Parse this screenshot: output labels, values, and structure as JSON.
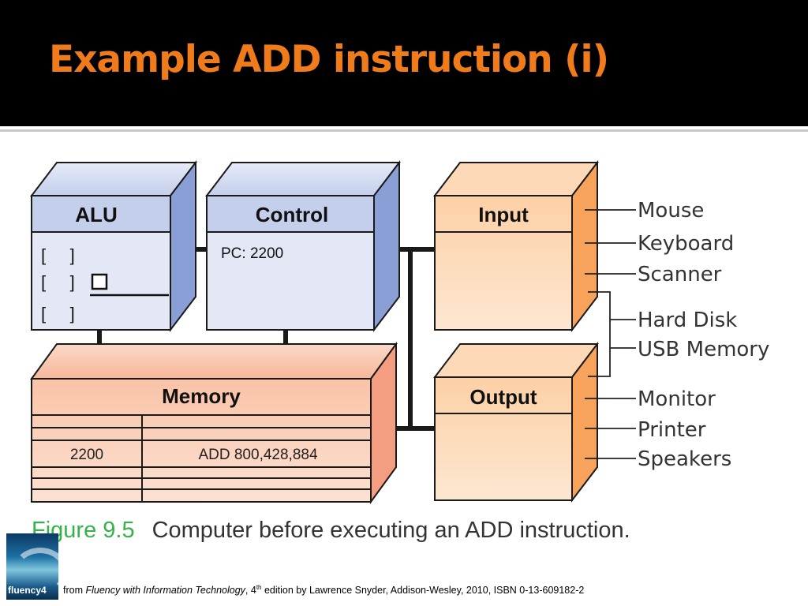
{
  "slide": {
    "title": "Example ADD instruction (i)"
  },
  "diagram": {
    "alu": {
      "label": "ALU",
      "registers": [
        "[     ]",
        "[     ]",
        "[     ]"
      ]
    },
    "control": {
      "label": "Control",
      "pc": "PC: 2200"
    },
    "input": {
      "label": "Input",
      "devices": [
        "Mouse",
        "Keyboard",
        "Scanner"
      ]
    },
    "output": {
      "label": "Output",
      "devices": [
        "Monitor",
        "Printer",
        "Speakers"
      ]
    },
    "storage_devices": [
      "Hard Disk",
      "USB Memory"
    ],
    "memory": {
      "label": "Memory",
      "address": "2200",
      "contents": "ADD 800,428,884"
    }
  },
  "figure": {
    "label": "Figure 9.5",
    "caption": "Computer before executing an ADD instruction."
  },
  "book_cover": {
    "label": "fluency4",
    "icon": "book-cover-wave-image"
  },
  "credit": {
    "prefix": "from ",
    "book_title": "Fluency with Information Technology",
    "edition_num": "4",
    "edition_sup": "th",
    "rest": " edition by Lawrence Snyder, Addison-Wesley, 2010, ISBN 0-13-609182-2"
  },
  "colors": {
    "title": "#f07b1b",
    "cpu_fill": "#ccd6ee",
    "cpu_side": "#8a9fd6",
    "io_fill": "#fdd7b3",
    "io_side": "#f7a35c",
    "memory_fill": "#f9c9b2",
    "figure_label": "#34b34a"
  }
}
